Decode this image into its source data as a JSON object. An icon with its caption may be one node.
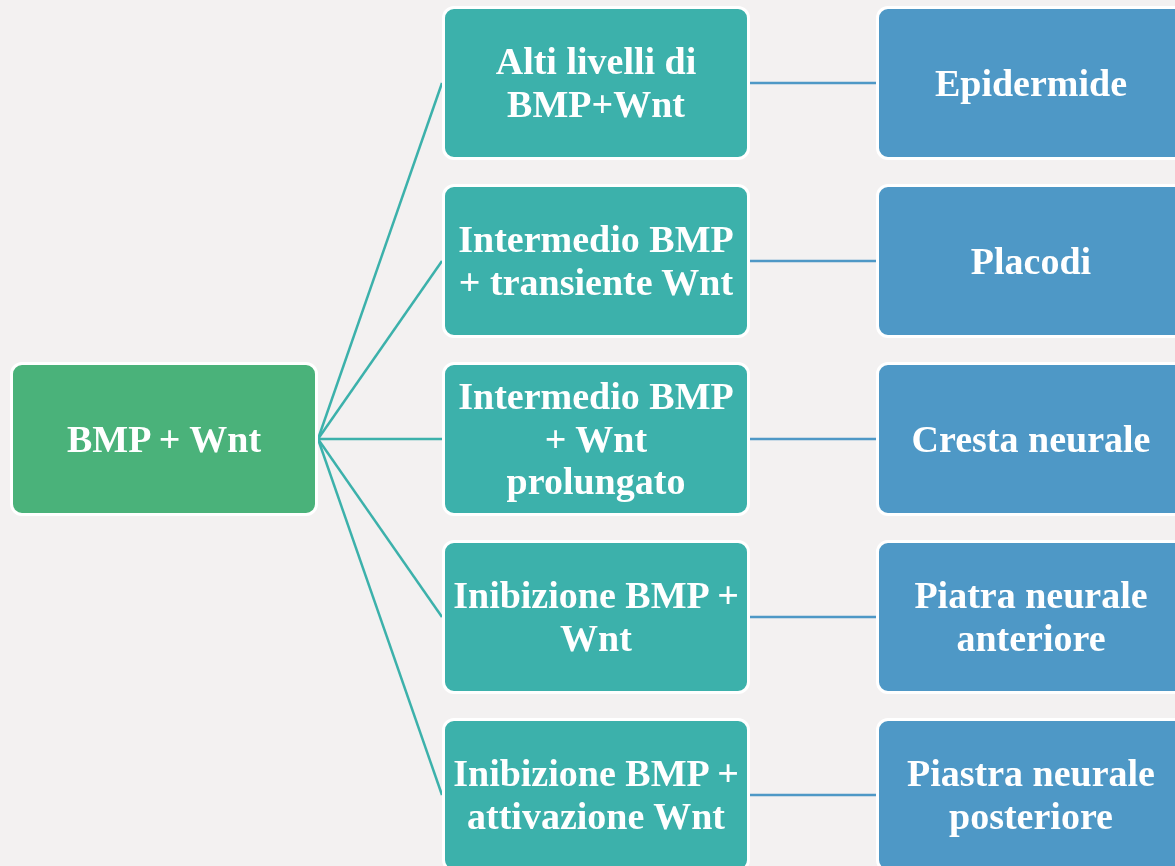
{
  "diagram": {
    "nodes": [
      {
        "text": [
          "BMP + Wnt"
        ]
      },
      {
        "text": [
          "Alti livelli di BMP+Wnt"
        ]
      },
      {
        "text": [
          "Epidermide"
        ]
      },
      {
        "text": [
          "Intermedio BMP + transiente Wnt"
        ]
      },
      {
        "text": [
          "Placodi"
        ]
      },
      {
        "text": [
          "Intermedio BMP + Wnt prolungato"
        ]
      },
      {
        "text": [
          "Cresta neurale"
        ]
      },
      {
        "text": [
          "Inibizione BMP + Wnt"
        ]
      },
      {
        "text": [
          "Piatra neurale anteriore"
        ]
      },
      {
        "text": [
          "Inibizione BMP + attivazione Wnt"
        ]
      },
      {
        "text": [
          "Piastra neurale posteriore"
        ]
      }
    ],
    "edges": [
      {
        "from": 0,
        "to": 1,
        "arrow": "none"
      },
      {
        "from": 0,
        "to": 3,
        "arrow": "none"
      },
      {
        "from": 0,
        "to": 5,
        "arrow": "none"
      },
      {
        "from": 0,
        "to": 7,
        "arrow": "none"
      },
      {
        "from": 0,
        "to": 9,
        "arrow": "none"
      },
      {
        "from": 1,
        "to": 2,
        "arrow": "none",
        "color": "#4e98c6"
      },
      {
        "from": 3,
        "to": 4,
        "arrow": "none",
        "color": "#4e98c6"
      },
      {
        "from": 5,
        "to": 6,
        "arrow": "none",
        "color": "#4e98c6"
      },
      {
        "from": 7,
        "to": 8,
        "arrow": "none",
        "color": "#4e98c6"
      },
      {
        "from": 9,
        "to": 10,
        "arrow": "none",
        "color": "#4e98c6"
      }
    ]
  }
}
